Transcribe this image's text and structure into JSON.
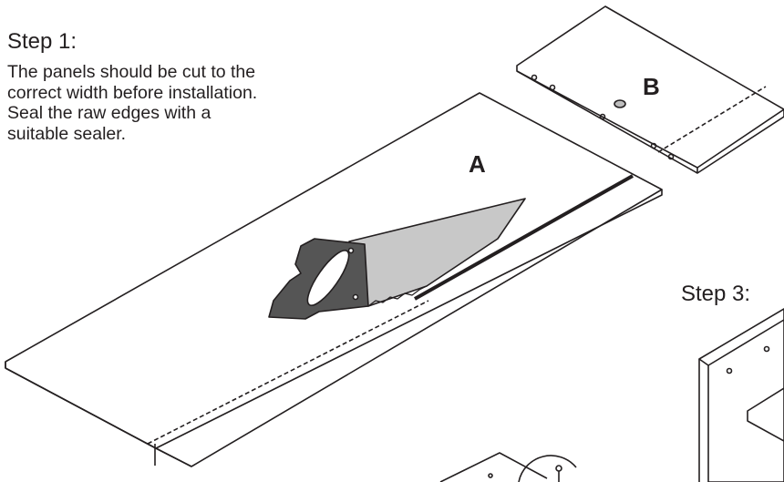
{
  "steps": {
    "step1": {
      "title": "Step 1:",
      "lines": [
        "The panels should be cut to the",
        "correct width before installation.",
        "Seal the raw edges with a",
        "suitable sealer."
      ]
    },
    "step3": {
      "title": "Step 3:"
    }
  },
  "labels": {
    "panel_a": "A",
    "panel_b": "B"
  },
  "colors": {
    "line": "#231f20",
    "saw_blade": "#c8c8c8",
    "saw_handle": "#555555",
    "hole": "#bdbdbd"
  },
  "icons": {
    "tool": "hand-saw-icon"
  }
}
